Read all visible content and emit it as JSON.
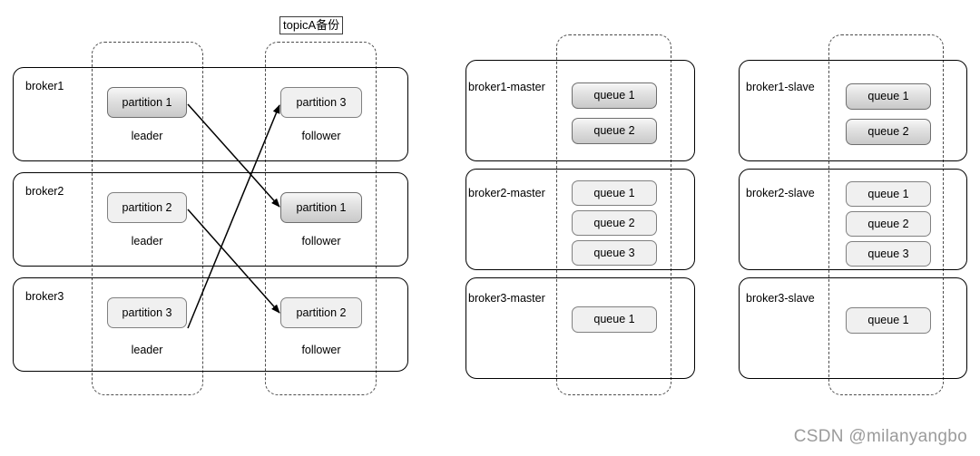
{
  "diagram": {
    "topic_label": "topicA备份",
    "watermark": "CSDN @milanyangbo",
    "colors": {
      "chip_flat_bg": "#f0f0f0",
      "chip_grad_top": "#f7f7f7",
      "chip_grad_bottom": "#c9c9c9",
      "border": "#000000",
      "dashed": "#4d4d4d",
      "watermark": "#9b9b9b"
    },
    "panels": [
      {
        "id": "kafka",
        "columns": [
          {
            "id": "leader-column",
            "role_label": "leader"
          },
          {
            "id": "follower-column",
            "role_label": "follower"
          }
        ],
        "brokers": [
          {
            "name": "broker1",
            "leader": {
              "label": "partition 1",
              "style": "grad"
            },
            "leader_role": "leader",
            "follower": {
              "label": "partition 3",
              "style": "flat"
            },
            "follower_role": "follower"
          },
          {
            "name": "broker2",
            "leader": {
              "label": "partition 2",
              "style": "flat"
            },
            "leader_role": "leader",
            "follower": {
              "label": "partition 1",
              "style": "grad"
            },
            "follower_role": "follower"
          },
          {
            "name": "broker3",
            "leader": {
              "label": "partition 3",
              "style": "flat"
            },
            "leader_role": "leader",
            "follower": {
              "label": "partition 2",
              "style": "flat"
            },
            "follower_role": "follower"
          }
        ],
        "replication_arrows": [
          {
            "from": "broker1 partition 1 leader",
            "to": "broker2 partition 1 follower"
          },
          {
            "from": "broker2 partition 2 leader",
            "to": "broker3 partition 2 follower"
          },
          {
            "from": "broker3 partition 3 leader",
            "to": "broker1 partition 3 follower"
          }
        ]
      },
      {
        "id": "rocketmq-master",
        "brokers": [
          {
            "name": "broker1-master",
            "queues": [
              {
                "label": "queue 1",
                "style": "grad"
              },
              {
                "label": "queue 2",
                "style": "grad"
              }
            ]
          },
          {
            "name": "broker2-master",
            "queues": [
              {
                "label": "queue 1",
                "style": "flat"
              },
              {
                "label": "queue 2",
                "style": "flat"
              },
              {
                "label": "queue 3",
                "style": "flat"
              }
            ]
          },
          {
            "name": "broker3-master",
            "queues": [
              {
                "label": "queue 1",
                "style": "flat"
              }
            ]
          }
        ]
      },
      {
        "id": "rocketmq-slave",
        "brokers": [
          {
            "name": "broker1-slave",
            "queues": [
              {
                "label": "queue 1",
                "style": "grad"
              },
              {
                "label": "queue 2",
                "style": "grad"
              }
            ]
          },
          {
            "name": "broker2-slave",
            "queues": [
              {
                "label": "queue 1",
                "style": "flat"
              },
              {
                "label": "queue 2",
                "style": "flat"
              },
              {
                "label": "queue 3",
                "style": "flat"
              }
            ]
          },
          {
            "name": "broker3-slave",
            "queues": [
              {
                "label": "queue 1",
                "style": "flat"
              }
            ]
          }
        ]
      }
    ]
  }
}
